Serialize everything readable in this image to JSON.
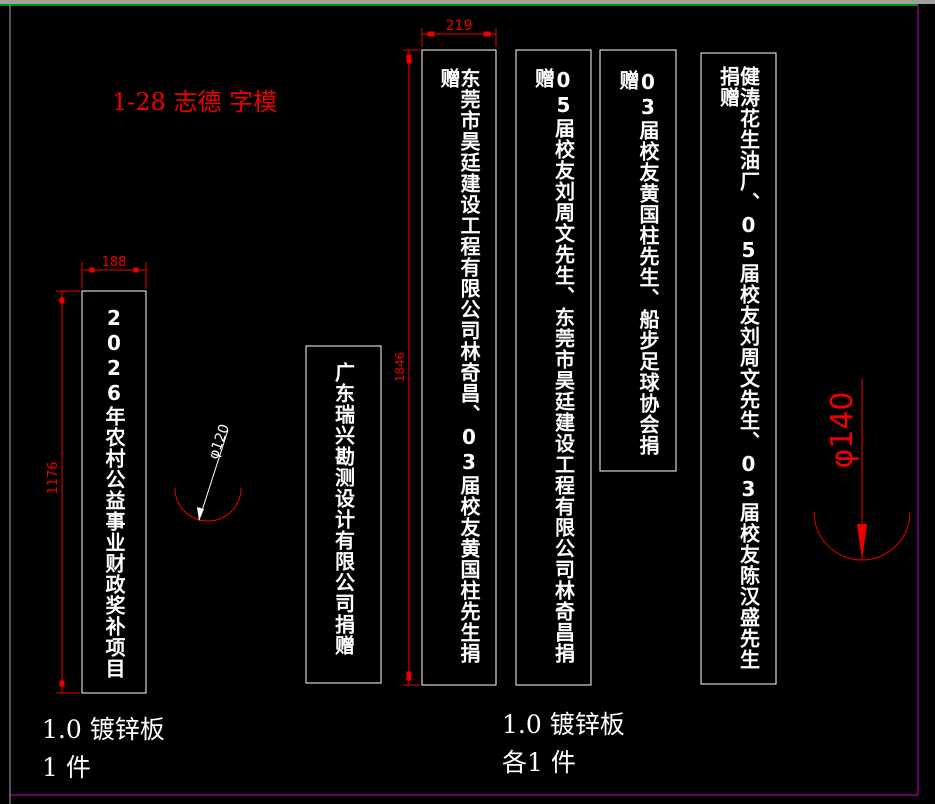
{
  "title": "1-28 志德 字模",
  "dimensions": {
    "w1": "188",
    "h1": "1176",
    "w2": "219",
    "h2": "1846",
    "d1": "φ120",
    "d2": "φ140"
  },
  "panels": [
    "2026年农村公益事业财政奖补项目",
    "广东瑞兴勘测设计有限公司捐赠",
    "东莞市昊廷建设工程有限公司林奇昌、03届校友黄国柱先生捐赠",
    "05届校友刘周文先生、东莞市昊廷建设工程有限公司林奇昌捐赠",
    "03届校友黄国柱先生、船步足球协会捐赠",
    "健涛花生油厂、05届校友刘周文先生、03届校友陈汉盛先生捐赠"
  ],
  "notes": {
    "left_material": "1.0 镀锌板",
    "left_qty": "1 件",
    "right_material": "1.0 镀锌板",
    "right_qty": "各1 件"
  },
  "colors": {
    "dimension": "#ee0000",
    "outline": "#ffffff",
    "border_green": "#00cc00",
    "border_magenta": "#cc00cc"
  }
}
